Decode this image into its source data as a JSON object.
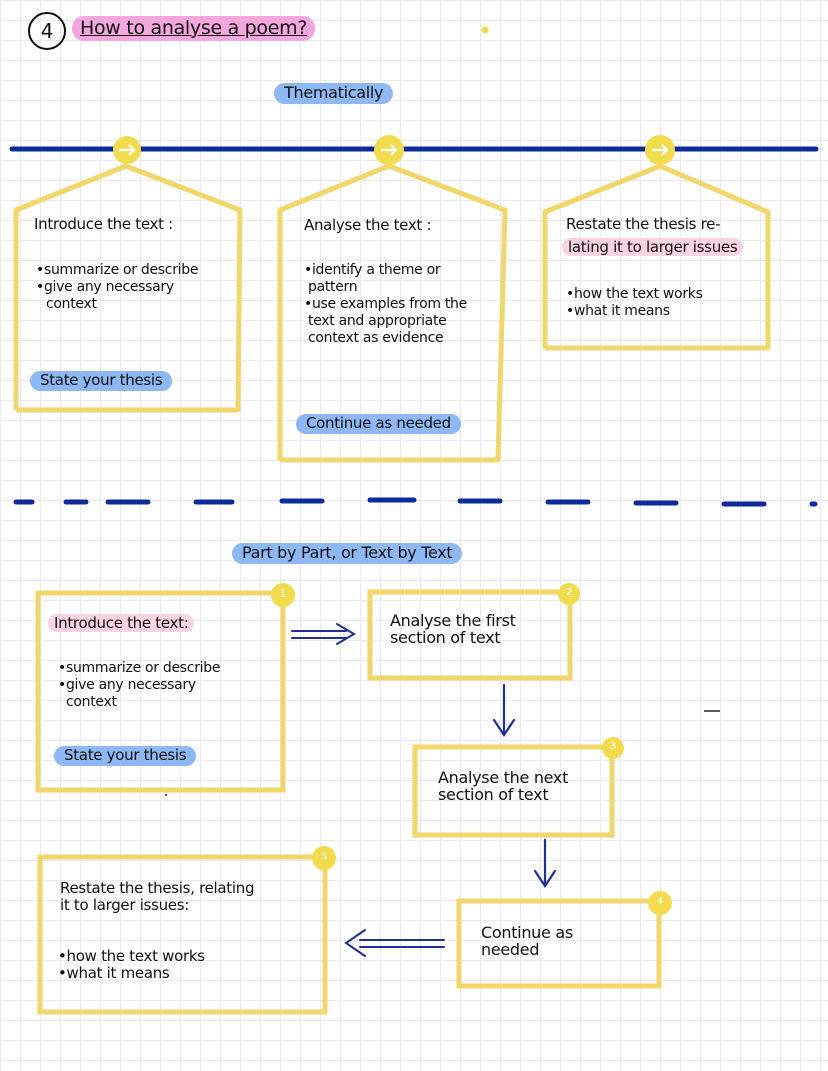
{
  "header": {
    "number": "4",
    "title": "How to analyse a poem?"
  },
  "thematic": {
    "label": "Thematically",
    "box1": {
      "heading": "Introduce the text :",
      "bullets": [
        "•summarize or describe",
        "•give any necessary",
        "context"
      ],
      "thesis": "State your thesis"
    },
    "box2": {
      "heading": "Analyse the text :",
      "bullets": [
        "•identify a theme or",
        "pattern",
        "•use examples from the",
        "text and appropriate",
        "context as evidence"
      ],
      "footer": "Continue as needed"
    },
    "box3": {
      "heading_line1": "Restate the thesis re-",
      "heading_line2": "lating it to larger issues",
      "bullets": [
        "•how the text works",
        "•what it means"
      ]
    }
  },
  "partbypart": {
    "label": "Part by Part, or Text by Text",
    "step1": {
      "badge": "1",
      "heading": "Introduce the text:",
      "bullets": [
        "•summarize or describe",
        "•give any necessary",
        "context"
      ],
      "thesis": "State your thesis"
    },
    "step2": {
      "badge": "2",
      "lines": [
        "Analyse the first",
        "section of text"
      ]
    },
    "step3": {
      "badge": "3",
      "lines": [
        "Analyse the next",
        "section of text"
      ]
    },
    "step4": {
      "badge": "4",
      "lines": [
        "Continue as",
        "needed"
      ]
    },
    "step5": {
      "badge": "5",
      "lines": [
        "Restate the thesis, relating",
        "it to larger issues:"
      ],
      "bullets": [
        "•how the text works",
        "•what it means"
      ]
    }
  },
  "colors": {
    "box_border": "#f1d66b",
    "line_blue": "#0e2a9a",
    "pill_blue": "#8db8f3",
    "pill_pink": "#f4a7dc",
    "badge_yellow": "#f2dc4d",
    "arrow_blue": "#1f2f96"
  }
}
